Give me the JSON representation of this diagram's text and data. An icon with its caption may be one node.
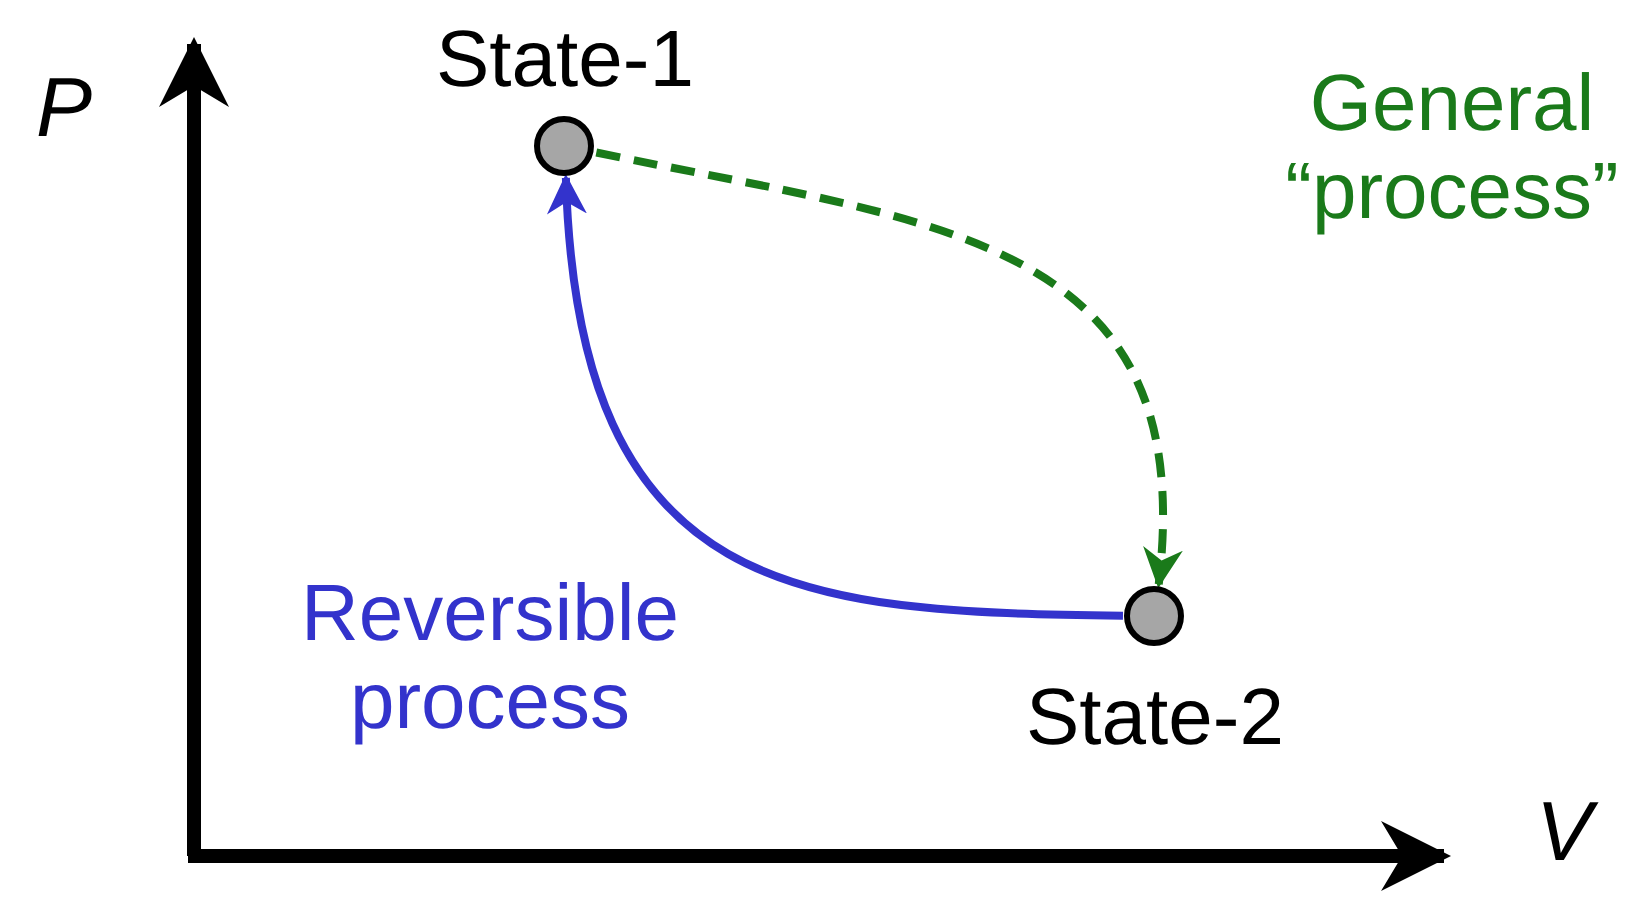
{
  "diagram": {
    "nodes": [
      {
        "text": [
          "State-1"
        ]
      },
      {
        "text": [
          "State-2"
        ]
      }
    ],
    "edges": [
      {
        "from": 0,
        "to": 1,
        "arrow": "to",
        "label": "General “process”",
        "style": "dashed",
        "color": "#1a7a1a"
      },
      {
        "from": 1,
        "to": 0,
        "arrow": "to",
        "label": "Reversible process",
        "color": "#3333cc"
      }
    ],
    "labels": [
      "P",
      "V"
    ]
  }
}
